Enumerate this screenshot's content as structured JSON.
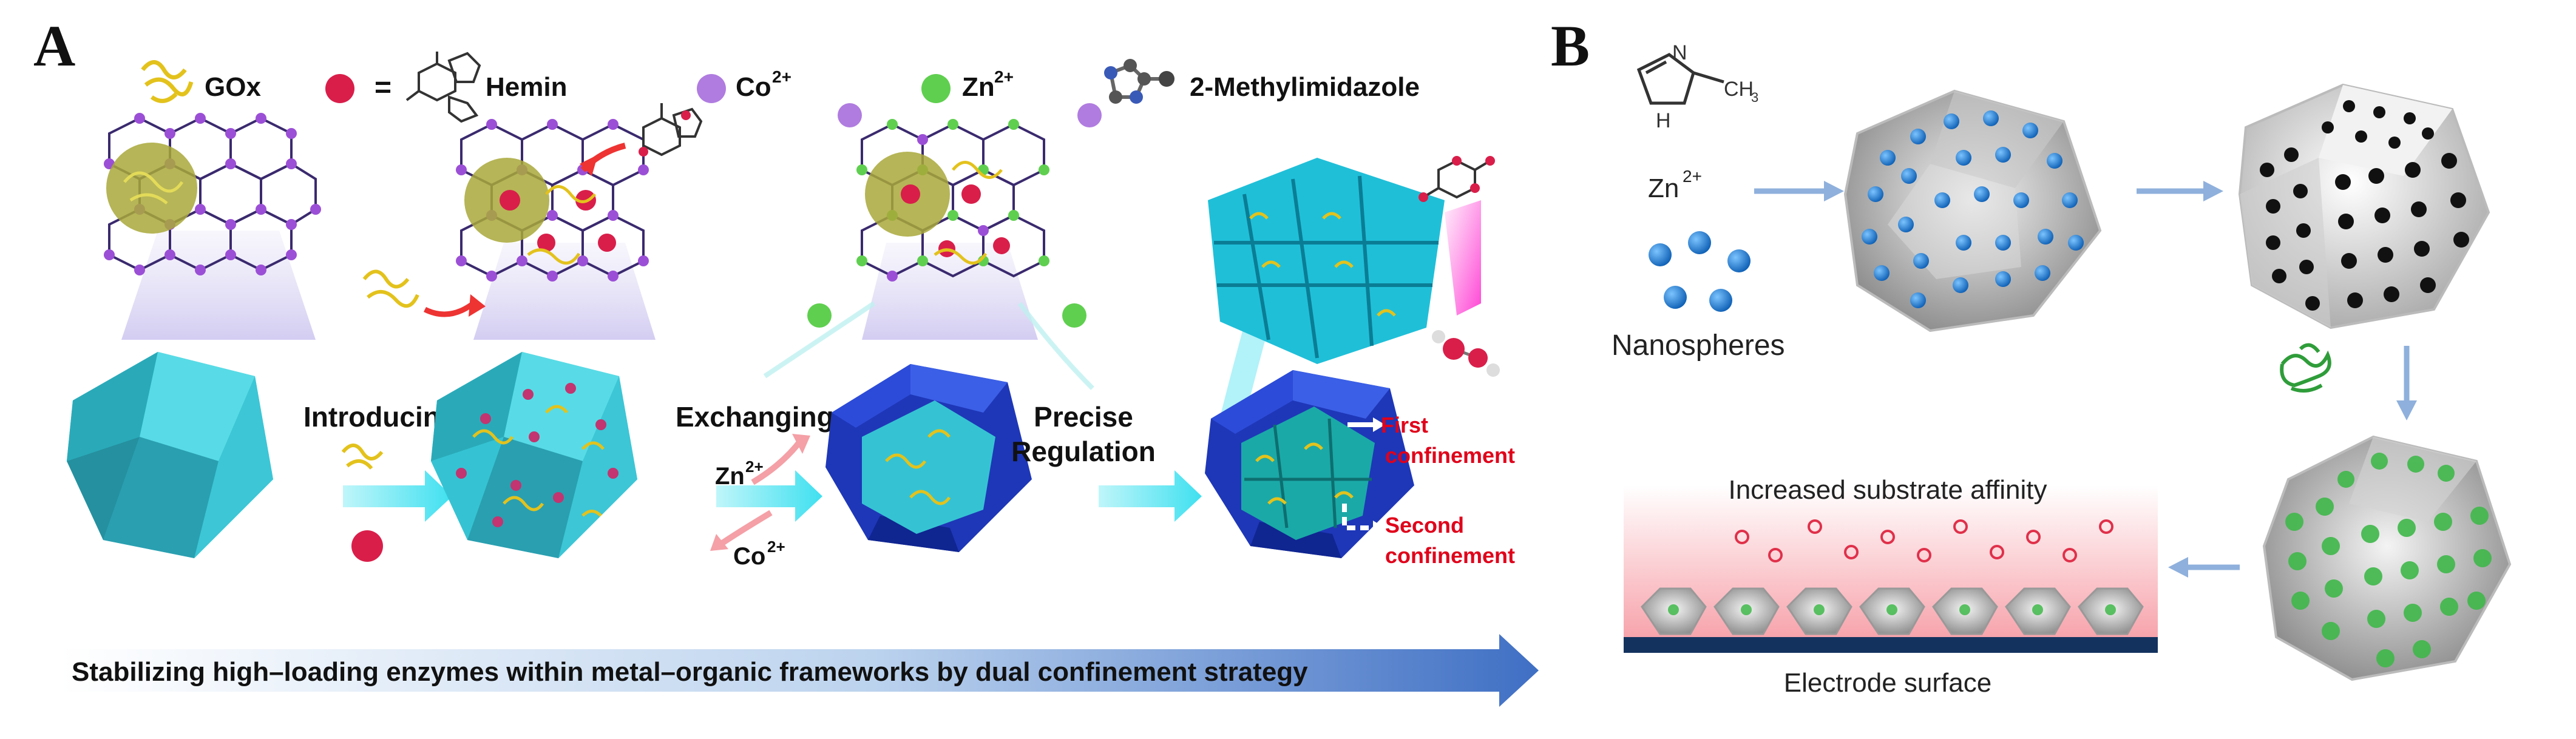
{
  "panel_a": {
    "letter": "A",
    "legend": {
      "gox": "GOx",
      "equals": "=",
      "hemin": "Hemin",
      "co": "Co",
      "zn": "Zn",
      "ion_charge": "2+",
      "methylimidazole": "2-Methylimidazole"
    },
    "steps": {
      "introducing": "Introducing",
      "exchanging": "Exchanging",
      "zn_ion": "Zn",
      "co_ion": "Co",
      "ion_charge": "2+",
      "precise": "Precise",
      "regulation": "Regulation"
    },
    "annotations": {
      "first_1": "First",
      "first_2": "confinement",
      "second_1": "Second",
      "second_2": "confinement"
    },
    "banner": "Stabilizing high–loading enzymes within metal–organic frameworks by dual confinement strategy"
  },
  "panel_b": {
    "letter": "B",
    "ch3": "CH",
    "ch3_sub": "3",
    "nh": "H",
    "n": "N",
    "zn": "Zn",
    "zn_charge": "2+",
    "nanospheres": "Nanospheres",
    "affinity": "Increased substrate affinity",
    "electrode": "Electrode surface"
  },
  "colors": {
    "mof_cyan": "#35c3d3",
    "mof_blue": "#2142c8",
    "lattice_purple": "#9b4fd6",
    "lattice_green": "#5fcf4f",
    "hemin_red": "#d91e4a",
    "enzyme_yellow": "#e8d23a",
    "nanosphere_blue": "#1e80d6",
    "arrow_blue": "#8fb0dc",
    "annotation_red": "#e0001a"
  }
}
